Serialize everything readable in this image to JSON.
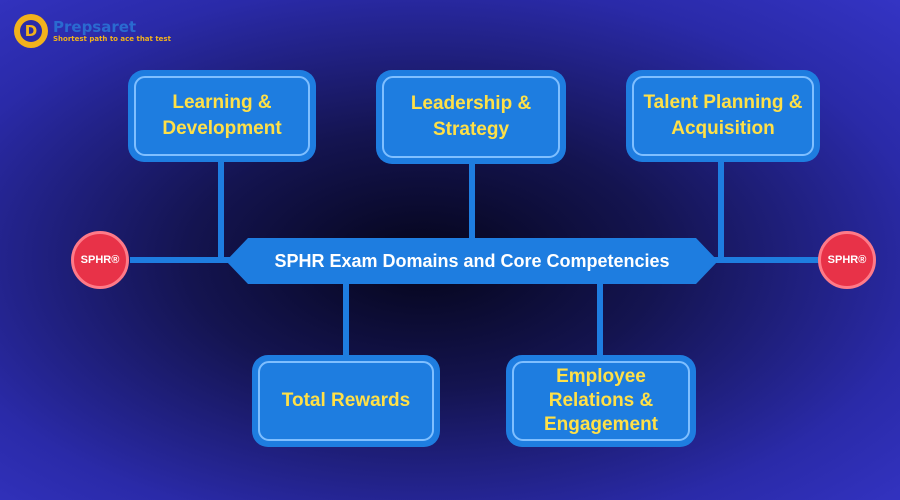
{
  "logo": {
    "mark": "D",
    "name": "Prepsaret",
    "tagline": "Shortest path to ace that test"
  },
  "center": {
    "title": "SPHR Exam Domains and Core Competencies"
  },
  "badges": {
    "left": "SPHR®",
    "right": "SPHR®"
  },
  "domains": {
    "top": [
      {
        "label": "Learning & Development"
      },
      {
        "label": "Leadership & Strategy"
      },
      {
        "label": "Talent Planning & Acquisition"
      }
    ],
    "bottom": [
      {
        "label": "Total Rewards"
      },
      {
        "label": "Employee Relations & Engagement"
      }
    ]
  },
  "colors": {
    "box": "#1e7de0",
    "box_text": "#ffe047",
    "badge": "#e83248",
    "background": "#2a2aa8"
  }
}
